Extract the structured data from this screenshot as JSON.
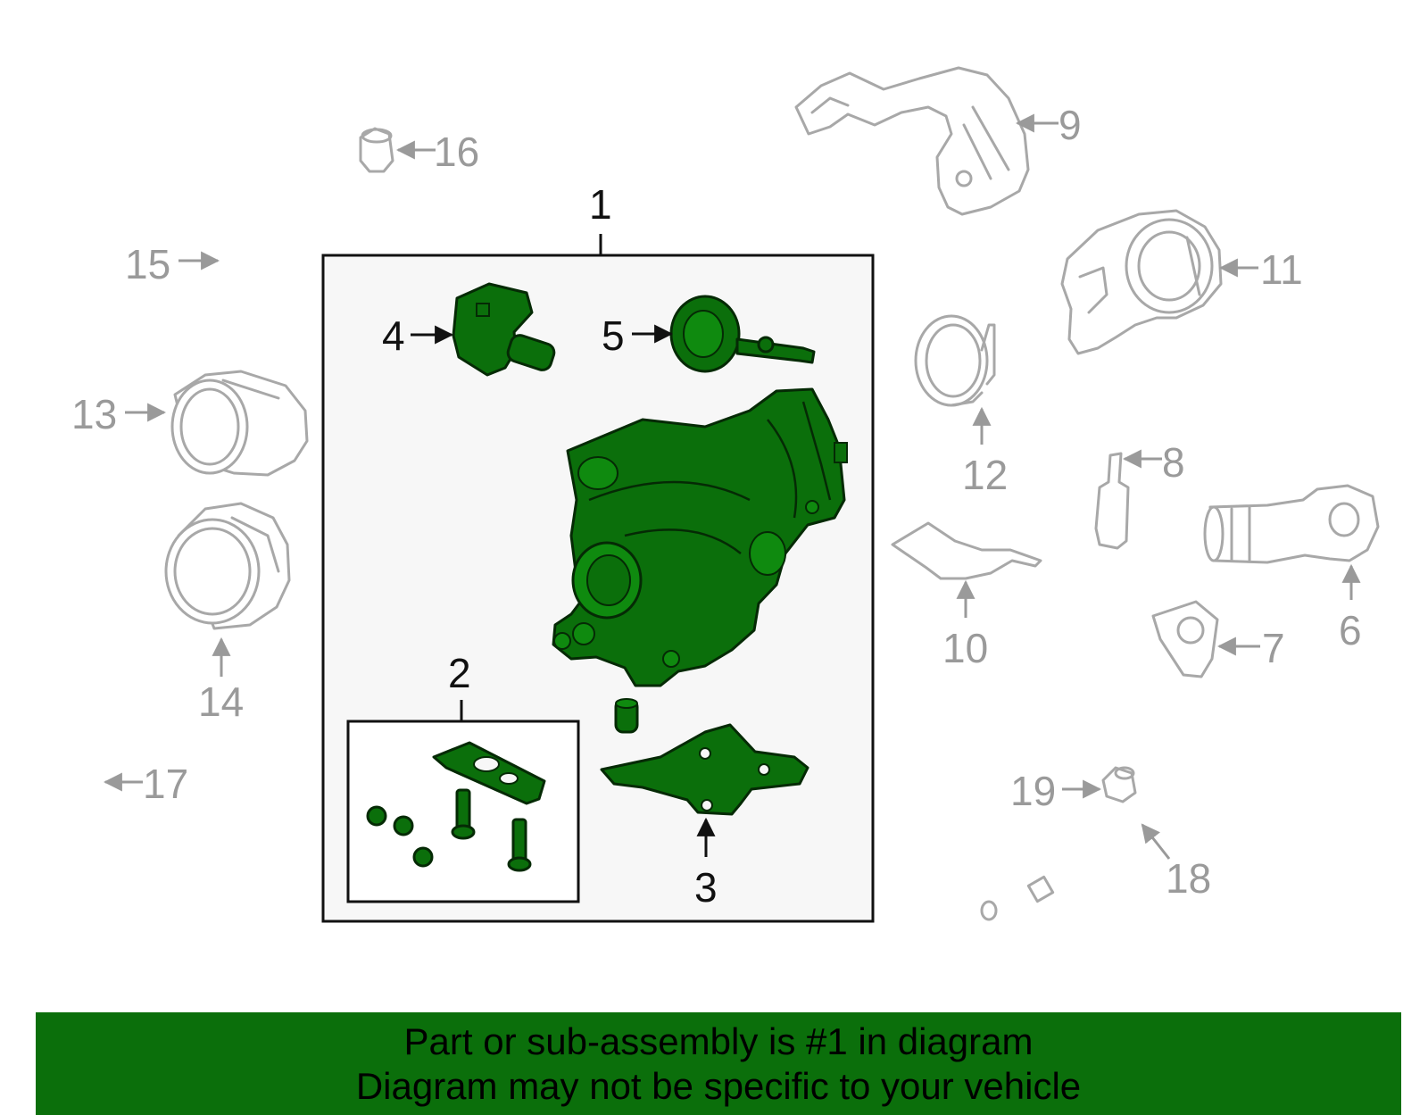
{
  "callouts": {
    "c1": "1",
    "c2": "2",
    "c3": "3",
    "c4": "4",
    "c5": "5",
    "c6": "6",
    "c7": "7",
    "c8": "8",
    "c9": "9",
    "c10": "10",
    "c11": "11",
    "c12": "12",
    "c13": "13",
    "c14": "14",
    "c15": "15",
    "c16": "16",
    "c17": "17",
    "c18": "18",
    "c19": "19"
  },
  "banner": {
    "line1": "Part or sub-assembly is #1 in diagram",
    "line2": "Diagram may not be specific to your vehicle"
  },
  "colors": {
    "highlight_green": "#0b6f0b",
    "outline_grey": "#a8a8a8",
    "panel_background": "#f7f7f7"
  }
}
